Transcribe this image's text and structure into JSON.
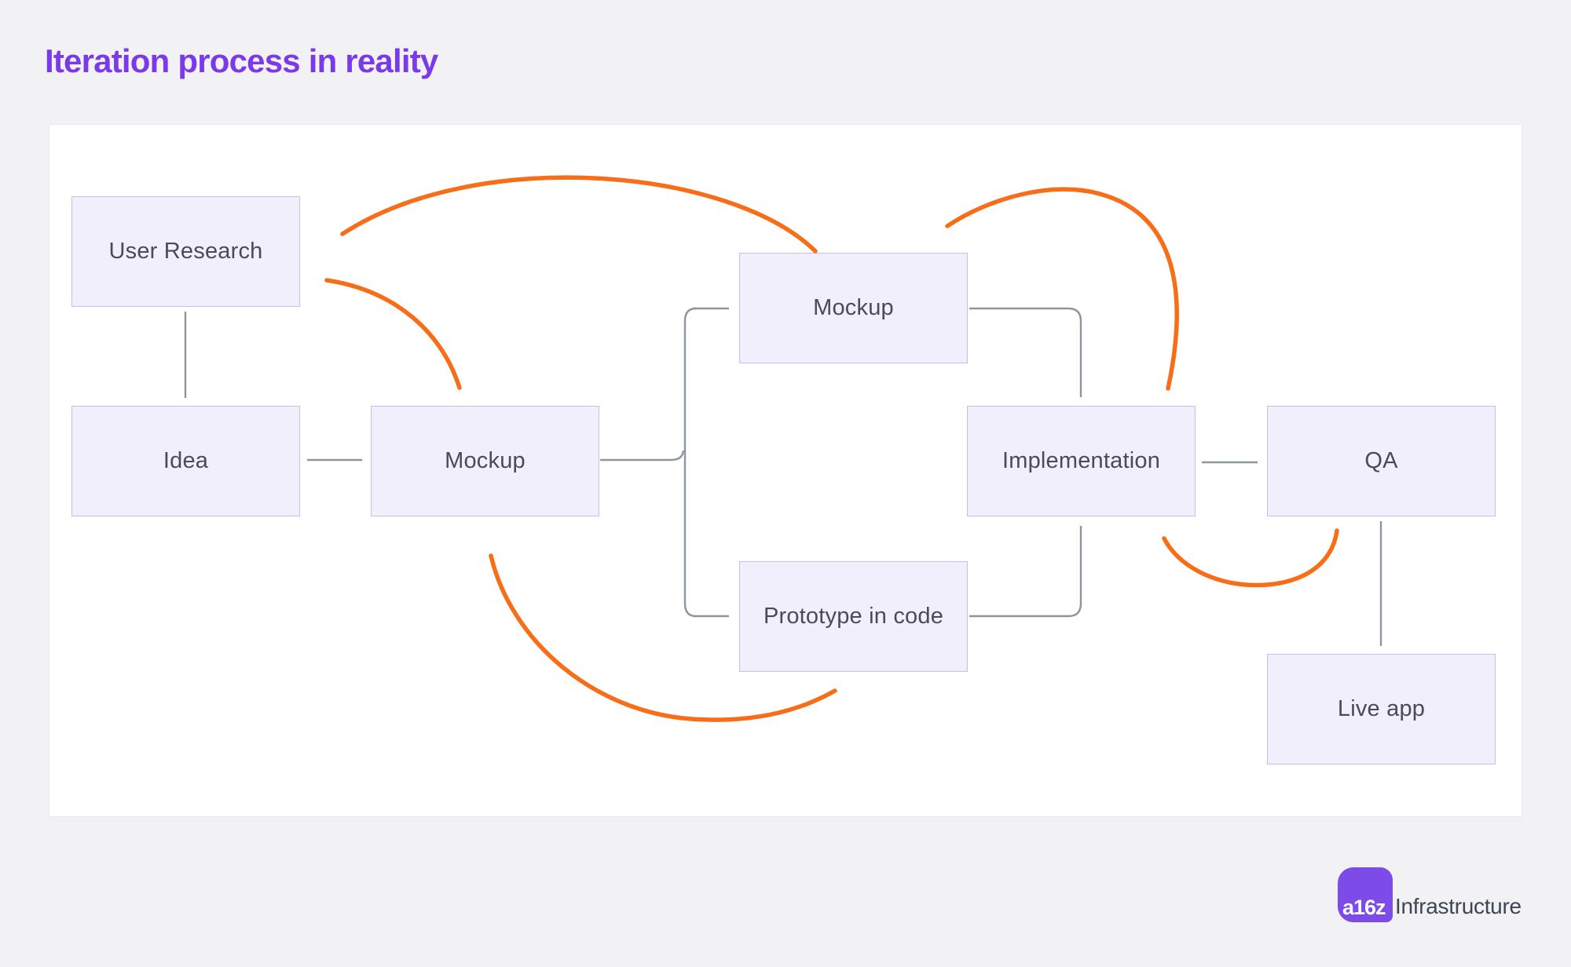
{
  "title": "Iteration process in reality",
  "colors": {
    "page-bg": "#f2f2f5",
    "card-bg": "#ffffff",
    "card-border": "#e9eaef",
    "accent": "#7b3aea",
    "orange": "#f86d17",
    "line-gray": "#9094a0",
    "node-fill": "#f1effb",
    "node-border": "#c9bdf0",
    "node-text": "#4b4b57",
    "badge-bg": "#7c4be8",
    "badge-fg": "#ffffff",
    "brand-fg": "#3d4654"
  },
  "diagram": {
    "nodes": [
      {
        "id": "user-research",
        "label": "User Research"
      },
      {
        "id": "idea",
        "label": "Idea"
      },
      {
        "id": "mockup",
        "label": "Mockup"
      },
      {
        "id": "mockup-2",
        "label": "Mockup"
      },
      {
        "id": "prototype-in-code",
        "label": "Prototype in code"
      },
      {
        "id": "implementation",
        "label": "Implementation"
      },
      {
        "id": "qa",
        "label": "QA"
      },
      {
        "id": "live-app",
        "label": "Live app"
      }
    ],
    "gray_flow": [
      "User Research → Idea",
      "Idea → Mockup",
      "Mockup → Mockup (branch)",
      "Mockup → Prototype in code (branch)",
      "Mockup → Implementation",
      "Prototype in code → Implementation",
      "Implementation → QA",
      "QA → Live app"
    ],
    "orange_loops": [
      "Mockup → User Research",
      "User Research → Mockup",
      "Implementation → Mockup",
      "QA → Implementation",
      "Prototype in code → Mockup"
    ]
  },
  "logo": {
    "badge": "a16z",
    "brand": "Infrastructure"
  }
}
